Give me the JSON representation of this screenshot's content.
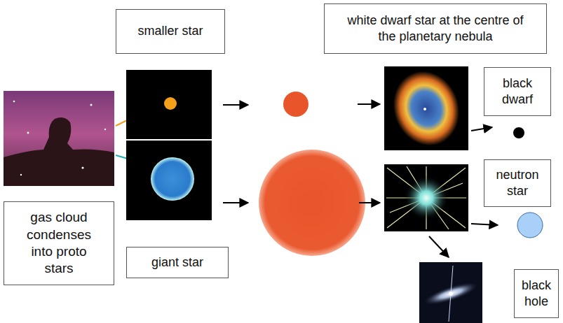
{
  "diagram": {
    "nodes": [
      {
        "text": [
          "gas cloud condenses into proto stars"
        ]
      },
      {
        "text": [
          "smaller star"
        ]
      },
      {
        "text": [
          "giant star"
        ]
      },
      {
        "text": [
          "white dwarf star at the centre of the planetary nebula"
        ]
      },
      {
        "text": [
          "black dwarf"
        ]
      },
      {
        "text": [
          "neutron star"
        ]
      },
      {
        "text": [
          "black hole"
        ]
      }
    ]
  }
}
